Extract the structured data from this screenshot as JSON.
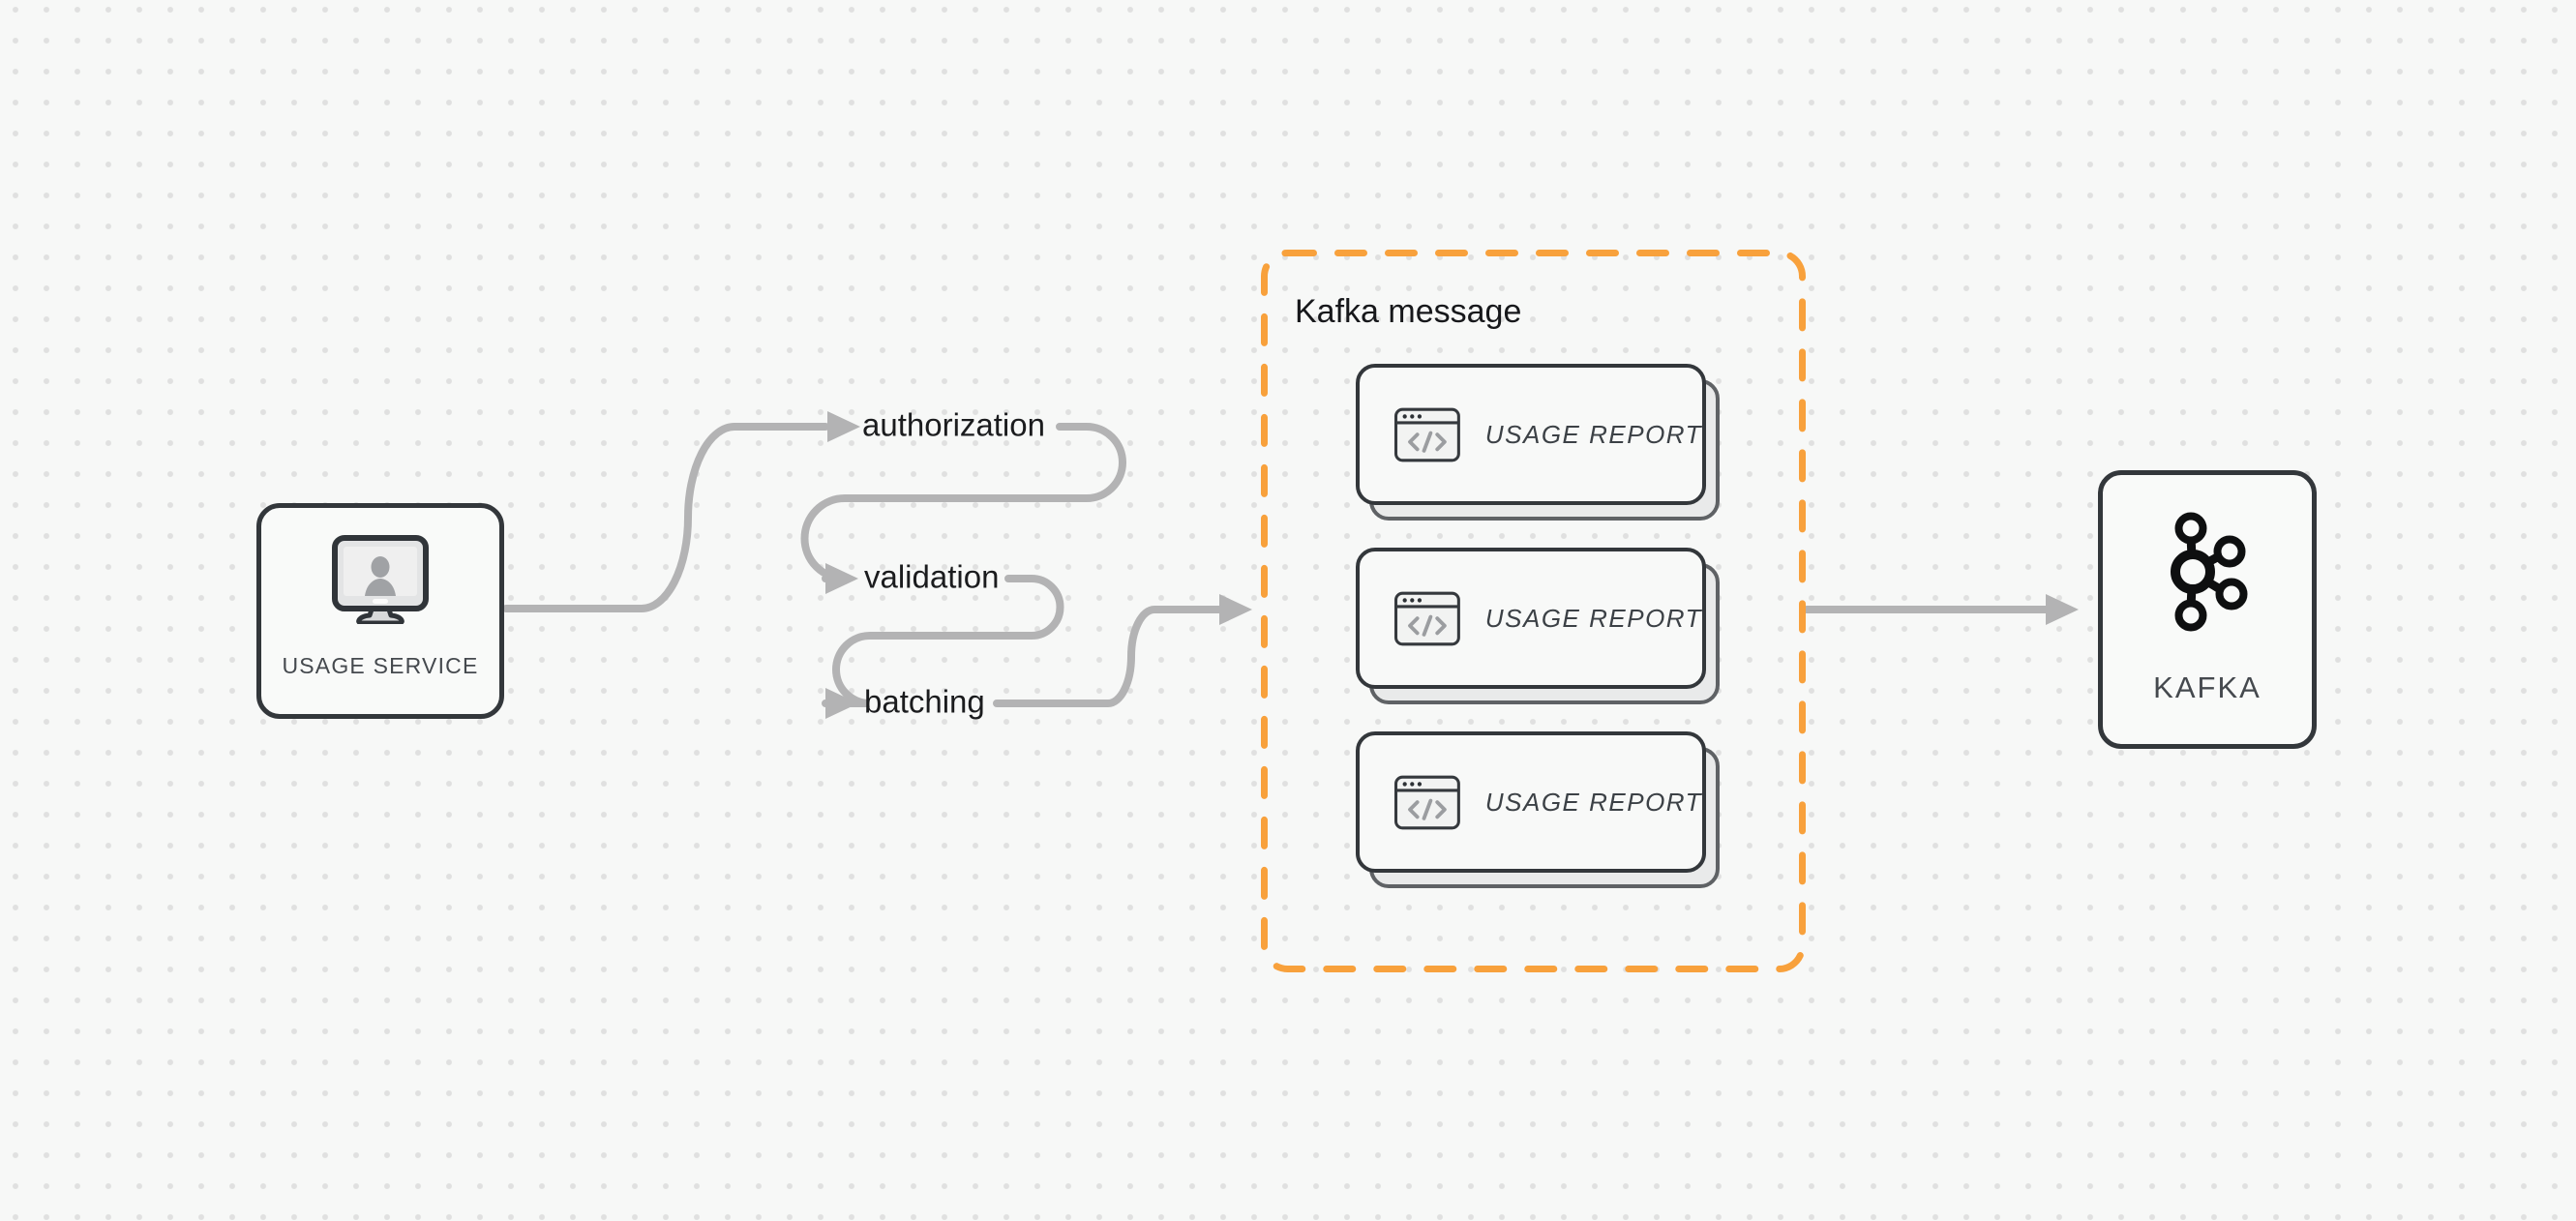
{
  "nodes": {
    "usage_service": {
      "label": "USAGE SERVICE",
      "icon": "monitor-user-icon"
    },
    "kafka": {
      "label": "KAFKA",
      "icon": "kafka-logo-icon"
    }
  },
  "pipeline_steps": [
    {
      "label": "authorization"
    },
    {
      "label": "validation"
    },
    {
      "label": "batching"
    }
  ],
  "kafka_message_group": {
    "title": "Kafka message",
    "cards": [
      {
        "label": "USAGE REPORT",
        "icon": "code-window-icon"
      },
      {
        "label": "USAGE REPORT",
        "icon": "code-window-icon"
      },
      {
        "label": "USAGE REPORT",
        "icon": "code-window-icon"
      }
    ]
  },
  "colors": {
    "background": "#f7f8f7",
    "grid_dot": "#e0e0e0",
    "connector_gray": "#b3b3b4",
    "outline_dark": "#33373b",
    "group_border_orange": "#f8a13c",
    "step_text": "#1b1c1e",
    "node_label_text": "#45494e",
    "card_background": "#f8f9f8",
    "card_shadow_background": "#e9eaea"
  }
}
